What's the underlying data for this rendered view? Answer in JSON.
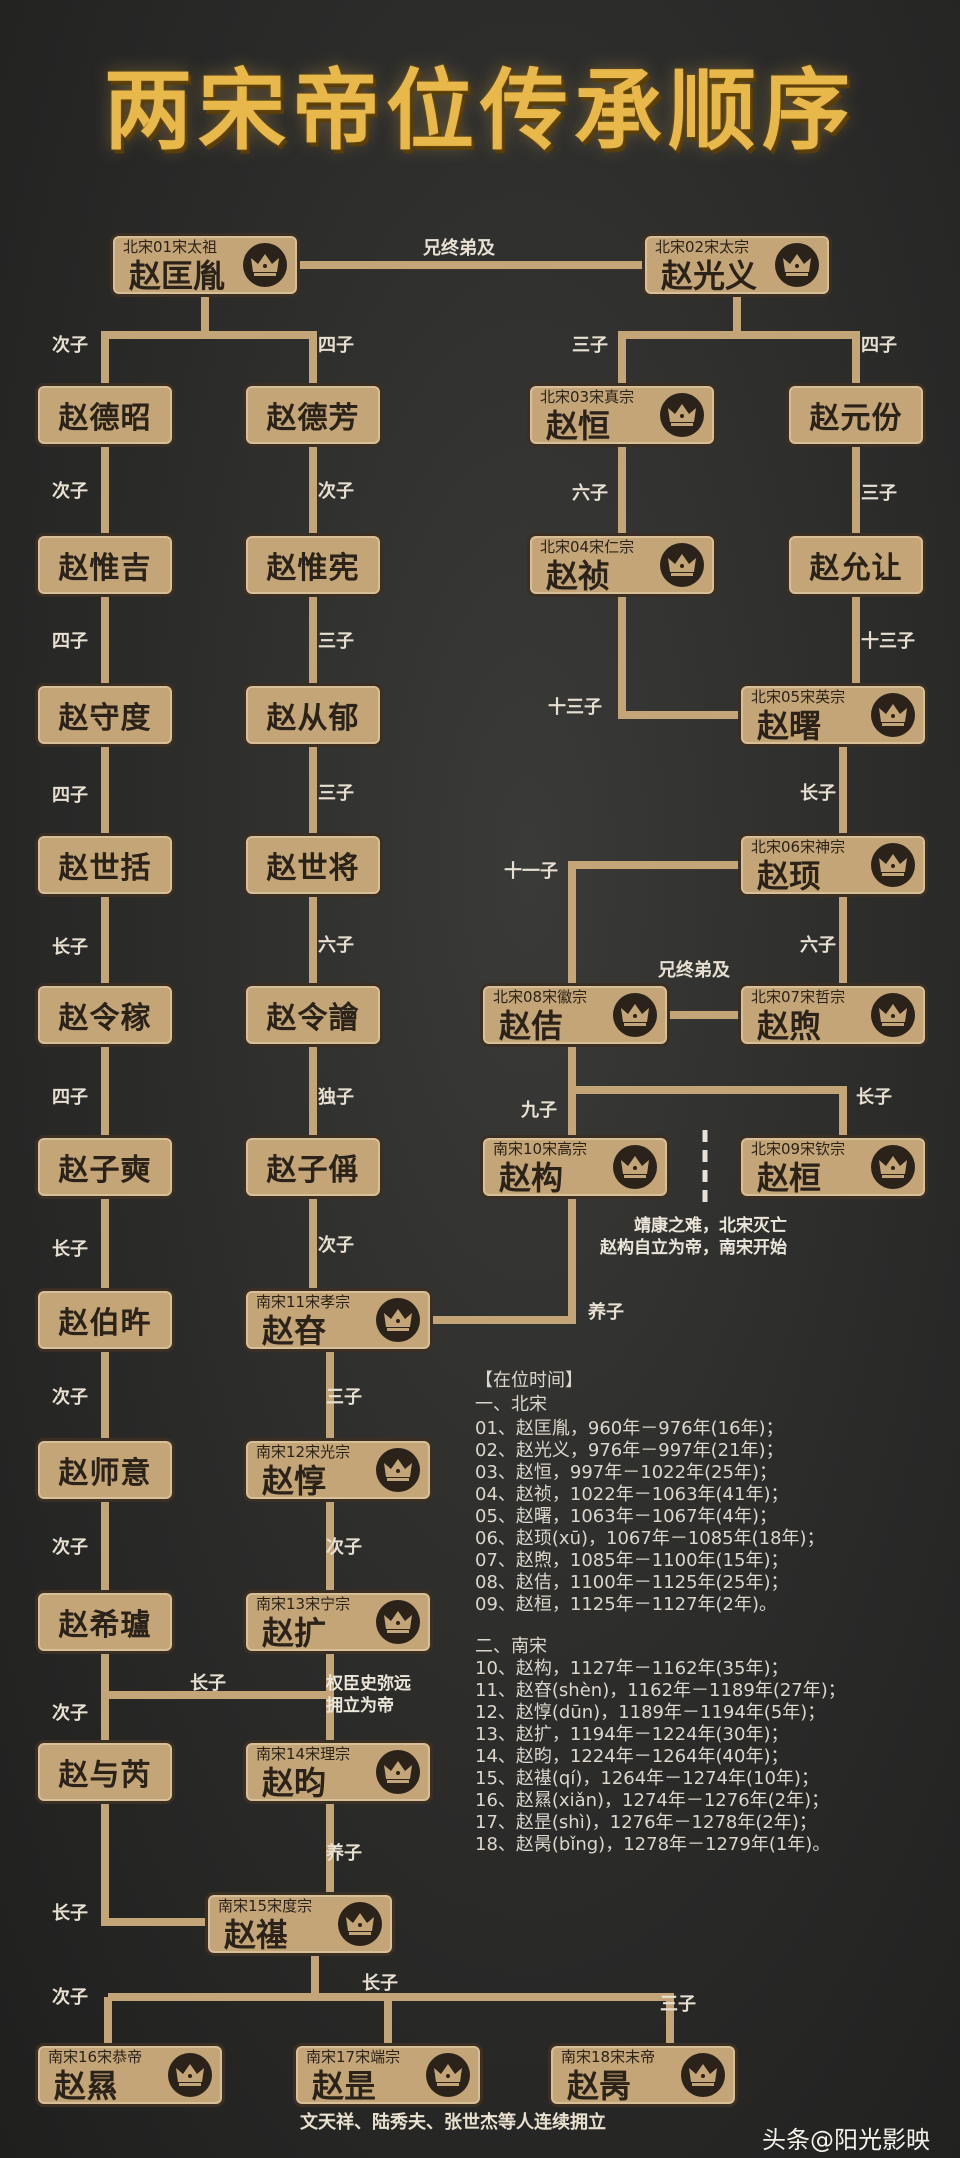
{
  "title": "两宋帝位传承顺序",
  "emperors": [
    {
      "id": "e01",
      "era": "北宋01宋太祖",
      "name": "赵匡胤"
    },
    {
      "id": "e02",
      "era": "北宋02宋太宗",
      "name": "赵光义"
    },
    {
      "id": "e03",
      "era": "北宋03宋真宗",
      "name": "赵恒"
    },
    {
      "id": "e04",
      "era": "北宋04宋仁宗",
      "name": "赵祯"
    },
    {
      "id": "e05",
      "era": "北宋05宋英宗",
      "name": "赵曙"
    },
    {
      "id": "e06",
      "era": "北宋06宋神宗",
      "name": "赵顼"
    },
    {
      "id": "e07",
      "era": "北宋07宋哲宗",
      "name": "赵煦"
    },
    {
      "id": "e08",
      "era": "北宋08宋徽宗",
      "name": "赵佶"
    },
    {
      "id": "e09",
      "era": "北宋09宋钦宗",
      "name": "赵桓"
    },
    {
      "id": "e10",
      "era": "南宋10宋高宗",
      "name": "赵构"
    },
    {
      "id": "e11",
      "era": "南宋11宋孝宗",
      "name": "赵昚"
    },
    {
      "id": "e12",
      "era": "南宋12宋光宗",
      "name": "赵惇"
    },
    {
      "id": "e13",
      "era": "南宋13宋宁宗",
      "name": "赵扩"
    },
    {
      "id": "e14",
      "era": "南宋14宋理宗",
      "name": "赵昀"
    },
    {
      "id": "e15",
      "era": "南宋15宋度宗",
      "name": "赵禥"
    },
    {
      "id": "e16",
      "era": "南宋16宋恭帝",
      "name": "赵㬎"
    },
    {
      "id": "e17",
      "era": "南宋17宋端宗",
      "name": "赵昰"
    },
    {
      "id": "e18",
      "era": "南宋18宋末帝",
      "name": "赵昺"
    }
  ],
  "persons": [
    {
      "id": "p1",
      "name": "赵德昭"
    },
    {
      "id": "p2",
      "name": "赵惟吉"
    },
    {
      "id": "p3",
      "name": "赵守度"
    },
    {
      "id": "p4",
      "name": "赵世括"
    },
    {
      "id": "p5",
      "name": "赵令稼"
    },
    {
      "id": "p6",
      "name": "赵子奭"
    },
    {
      "id": "p7",
      "name": "赵伯旿"
    },
    {
      "id": "p8",
      "name": "赵师意"
    },
    {
      "id": "p9",
      "name": "赵希瓐"
    },
    {
      "id": "p10",
      "name": "赵与芮"
    },
    {
      "id": "q1",
      "name": "赵德芳"
    },
    {
      "id": "q2",
      "name": "赵惟宪"
    },
    {
      "id": "q3",
      "name": "赵从郁"
    },
    {
      "id": "q4",
      "name": "赵世将"
    },
    {
      "id": "q5",
      "name": "赵令譮"
    },
    {
      "id": "q6",
      "name": "赵子偁"
    },
    {
      "id": "r1",
      "name": "赵元份"
    },
    {
      "id": "r2",
      "name": "赵允让"
    }
  ],
  "relations": [
    {
      "id": "l01",
      "text": "兄终弟及"
    },
    {
      "id": "l02",
      "text": "次子"
    },
    {
      "id": "l03",
      "text": "四子"
    },
    {
      "id": "l04",
      "text": "三子"
    },
    {
      "id": "l05",
      "text": "四子"
    },
    {
      "id": "l06",
      "text": "次子"
    },
    {
      "id": "l07",
      "text": "次子"
    },
    {
      "id": "l08",
      "text": "六子"
    },
    {
      "id": "l09",
      "text": "三子"
    },
    {
      "id": "l10",
      "text": "四子"
    },
    {
      "id": "l11",
      "text": "三子"
    },
    {
      "id": "l12",
      "text": "十三子"
    },
    {
      "id": "l13",
      "text": "十三子"
    },
    {
      "id": "l14",
      "text": "四子"
    },
    {
      "id": "l15",
      "text": "三子"
    },
    {
      "id": "l16",
      "text": "长子"
    },
    {
      "id": "l17",
      "text": "长子"
    },
    {
      "id": "l18",
      "text": "六子"
    },
    {
      "id": "l19",
      "text": "十一子"
    },
    {
      "id": "l20",
      "text": "六子"
    },
    {
      "id": "l21",
      "text": "兄终弟及"
    },
    {
      "id": "l22",
      "text": "四子"
    },
    {
      "id": "l23",
      "text": "独子"
    },
    {
      "id": "l24",
      "text": "九子"
    },
    {
      "id": "l25",
      "text": "长子"
    },
    {
      "id": "l26",
      "text": "长子"
    },
    {
      "id": "l27",
      "text": "次子"
    },
    {
      "id": "l28",
      "text": "养子"
    },
    {
      "id": "l29",
      "text": "次子"
    },
    {
      "id": "l30",
      "text": "三子"
    },
    {
      "id": "l31",
      "text": "次子"
    },
    {
      "id": "l32",
      "text": "次子"
    },
    {
      "id": "l33",
      "text": "长子"
    },
    {
      "id": "l34",
      "text": "次子"
    },
    {
      "id": "l35",
      "text": "养子"
    },
    {
      "id": "l36",
      "text": "长子"
    },
    {
      "id": "l37",
      "text": "次子"
    },
    {
      "id": "l38",
      "text": "长子"
    },
    {
      "id": "l39",
      "text": "三子"
    }
  ],
  "notes": {
    "jingkang_1": "靖康之难，北宋灭亡",
    "jingkang_2": "赵构自立为帝，南宋开始",
    "quanchen_1": "权臣史弥远",
    "quanchen_2": "拥立为帝",
    "bottom": "文天祥、陆秀夫、张世杰等人连续拥立"
  },
  "reign": {
    "header": "【在位时间】",
    "north_title": "一、北宋",
    "north": [
      "01、赵匡胤，960年－976年(16年)；",
      "02、赵光义，976年－997年(21年)；",
      "03、赵恒，997年－1022年(25年)；",
      "04、赵祯，1022年－1063年(41年)；",
      "05、赵曙，1063年－1067年(4年)；",
      "06、赵顼(xū)，1067年－1085年(18年)；",
      "07、赵煦，1085年－1100年(15年)；",
      "08、赵佶，1100年－1125年(25年)；",
      "09、赵桓，1125年－1127年(2年)。"
    ],
    "south_title": "二、南宋",
    "south": [
      "10、赵构，1127年－1162年(35年)；",
      "11、赵昚(shèn)，1162年－1189年(27年)；",
      "12、赵惇(dūn)，1189年－1194年(5年)；",
      "13、赵扩，1194年－1224年(30年)；",
      "14、赵昀，1224年－1264年(40年)；",
      "15、赵禥(qí)，1264年－1274年(10年)；",
      "16、赵㬎(xiǎn)，1274年－1276年(2年)；",
      "17、赵昰(shì)，1276年－1278年(2年)；",
      "18、赵昺(bǐng)，1278年－1279年(1年)。"
    ]
  },
  "footer": "头条@阳光影映",
  "colors": {
    "box": "#c3a578",
    "line": "#c3a578",
    "title": "#e8b84a",
    "text": "#e7e0d2"
  },
  "icons": {
    "emperor": "crown-icon"
  }
}
